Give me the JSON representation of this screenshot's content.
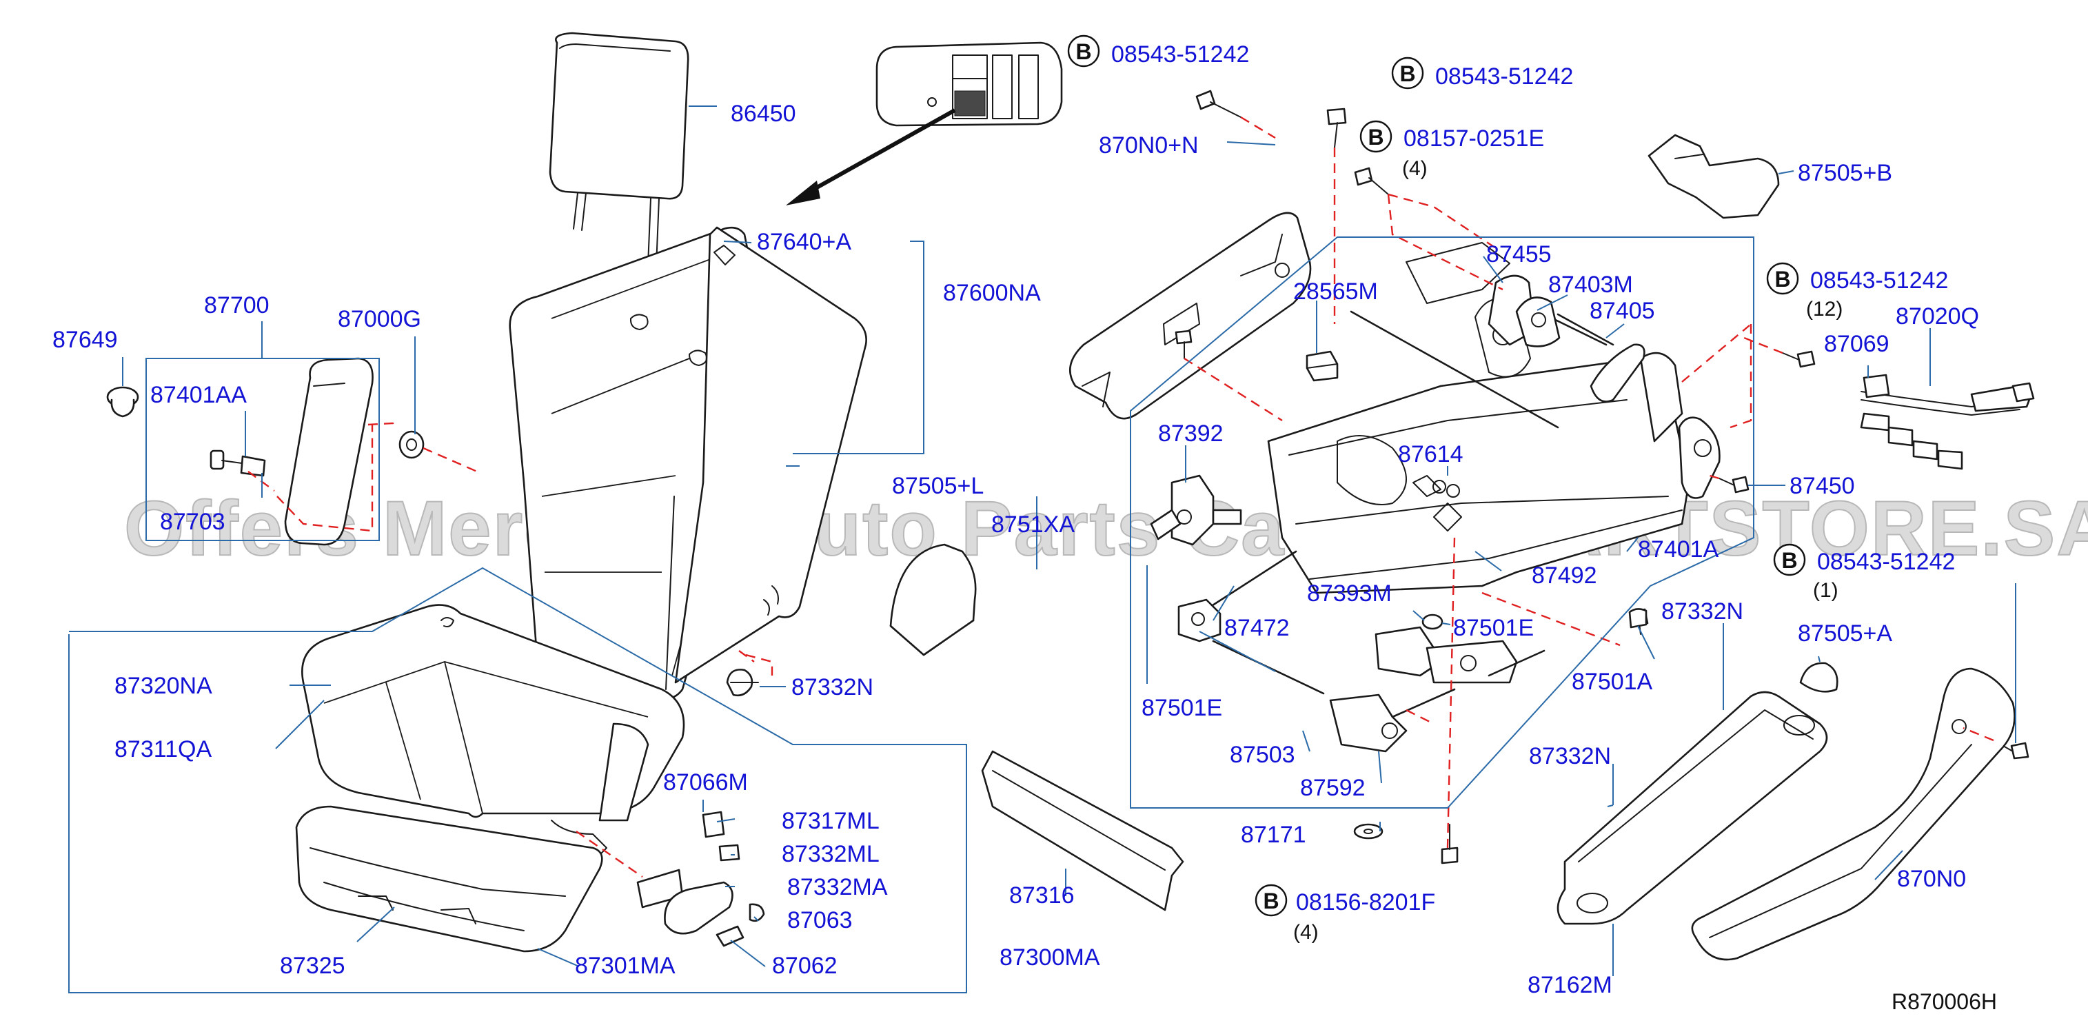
{
  "diagram": {
    "reference_code": "R870006H",
    "watermark": "Offers Merchant Auto Parts Catalog PARTSTORE.SA",
    "bolt_marker": "B",
    "labels": {
      "86450": "86450",
      "87640A": "87640+A",
      "87600NA": "87600NA",
      "87700": "87700",
      "87000G": "87000G",
      "87649": "87649",
      "87401AA": "87401AA",
      "87703": "87703",
      "87505L": "87505+L",
      "8751XA": "8751XA",
      "87332N_1": "87332N",
      "87320NA": "87320NA",
      "87311QA": "87311QA",
      "87066M": "87066M",
      "87317ML": "87317ML",
      "87332ML": "87332ML",
      "87332MA": "87332MA",
      "87063": "87063",
      "87062": "87062",
      "87325": "87325",
      "87301MA": "87301MA",
      "87300MA": "87300MA",
      "87316": "87316",
      "08543_51242_1": "08543-51242",
      "870N0N": "870N0+N",
      "08543_51242_2": "08543-51242",
      "08157_0251E": "08157-0251E",
      "87455": "87455",
      "28565M": "28565M",
      "87403M": "87403M",
      "87405": "87405",
      "87505B": "87505+B",
      "08543_51242_3": "08543-51242",
      "87020Q": "87020Q",
      "87069": "87069",
      "87392": "87392",
      "87614": "87614",
      "87450": "87450",
      "87401A": "87401A",
      "08543_51242_4": "08543-51242",
      "87492": "87492",
      "87393M": "87393M",
      "87501E_1": "87501E",
      "87472": "87472",
      "87501E_2": "87501E",
      "87332N_2": "87332N",
      "87501A": "87501A",
      "87505A": "87505+A",
      "87503": "87503",
      "87592": "87592",
      "87332N_3": "87332N",
      "87171": "87171",
      "08156_8201F": "08156-8201F",
      "870N0": "870N0",
      "87162M": "87162M"
    },
    "quantities": {
      "q_08157": "(4)",
      "q_08543_3": "(12)",
      "q_08543_4": "(1)",
      "q_08156": "(4)"
    }
  }
}
